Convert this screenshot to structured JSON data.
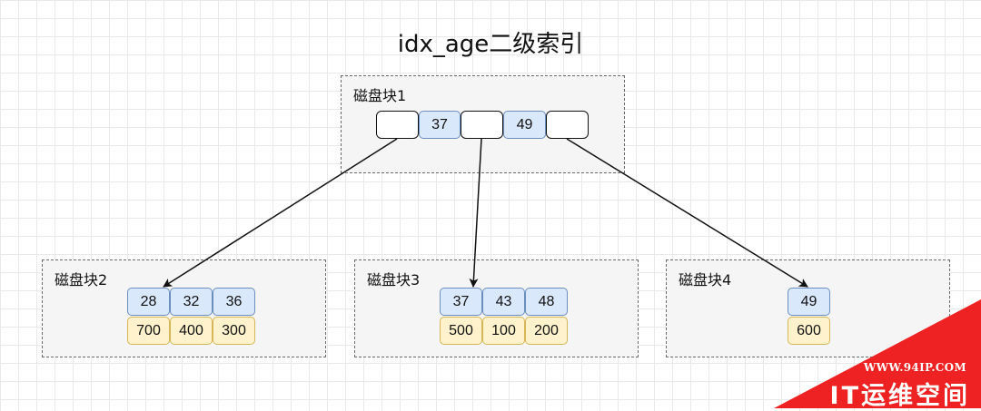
{
  "title": "idx_age二级索引",
  "root": {
    "label": "磁盘块1",
    "keys": [
      "37",
      "49"
    ]
  },
  "leaves": [
    {
      "label": "磁盘块2",
      "keys": [
        "28",
        "32",
        "36"
      ],
      "values": [
        "700",
        "400",
        "300"
      ]
    },
    {
      "label": "磁盘块3",
      "keys": [
        "37",
        "43",
        "48"
      ],
      "values": [
        "500",
        "100",
        "200"
      ]
    },
    {
      "label": "磁盘块4",
      "keys": [
        "49"
      ],
      "values": [
        "600"
      ]
    }
  ],
  "colors": {
    "key_fill": "#dae8fc",
    "key_border": "#6c8ebf",
    "value_fill": "#fff2cc",
    "value_border": "#d6b656",
    "watermark": "#ee2222"
  },
  "watermark": {
    "url": "WWW.94IP.COM",
    "brand": "IT运维空间"
  }
}
